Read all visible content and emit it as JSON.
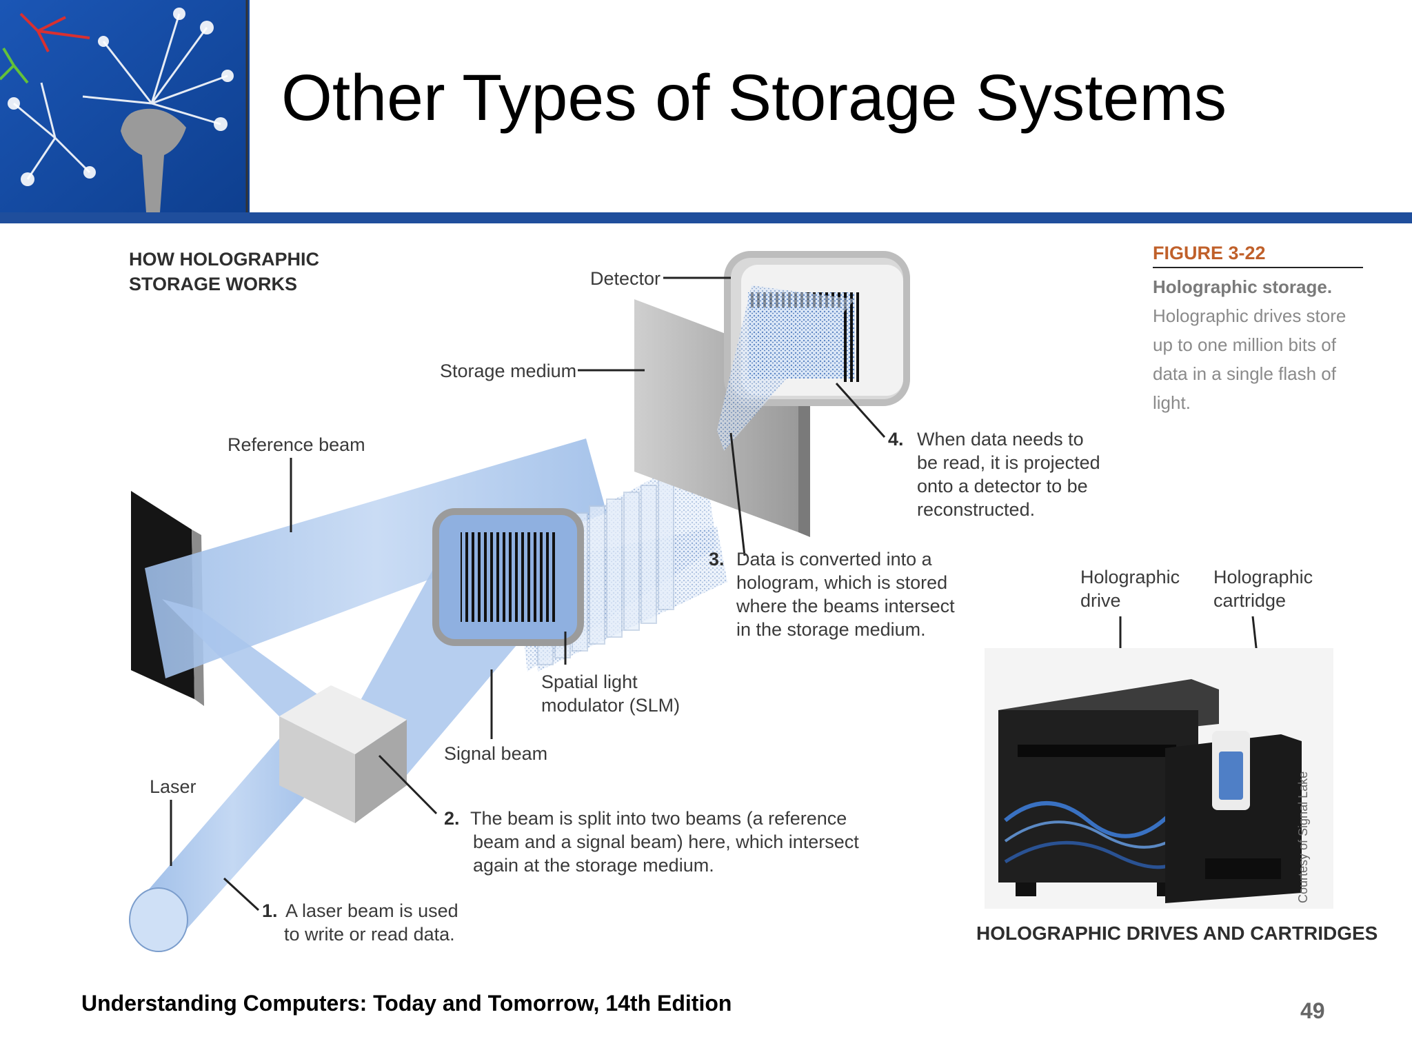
{
  "slide": {
    "title": "Other Types of Storage Systems",
    "footer": "Understanding Computers: Today and Tomorrow, 14th Edition",
    "page_number": "49"
  },
  "diagram": {
    "heading_line1": "HOW HOLOGRAPHIC",
    "heading_line2": "STORAGE WORKS",
    "labels": {
      "detector": "Detector",
      "storage_medium": "Storage medium",
      "reference_beam": "Reference beam",
      "spatial_light_modulator_line1": "Spatial light",
      "spatial_light_modulator_line2": "modulator (SLM)",
      "signal_beam": "Signal beam",
      "laser": "Laser"
    },
    "steps": [
      {
        "num": "1.",
        "lines": [
          "A laser beam is used",
          "to write or read data."
        ]
      },
      {
        "num": "2.",
        "lines": [
          "The beam is split into two beams (a reference",
          "beam and a signal beam) here, which intersect",
          "again at the storage medium."
        ]
      },
      {
        "num": "3.",
        "lines": [
          "Data is converted into a",
          "hologram, which is stored",
          "where the beams intersect",
          "in the storage medium."
        ]
      },
      {
        "num": "4.",
        "lines": [
          "When data needs to",
          "be read, it is projected",
          "onto a detector to be",
          "reconstructed."
        ]
      }
    ]
  },
  "figure": {
    "number": "FIGURE 3-22",
    "caption_bold": "Holographic storage.",
    "caption_rest": " Holographic drives store up to one million bits of data in a single flash of light."
  },
  "photo": {
    "drive_label_line1": "Holographic",
    "drive_label_line2": "drive",
    "cartridge_label_line1": "Holographic",
    "cartridge_label_line2": "cartridge",
    "caption": "HOLOGRAPHIC DRIVES AND CARTRIDGES",
    "credit": "Courtesy of Signal Lake"
  },
  "colors": {
    "header_bar": "#1f4e9c",
    "figure_number": "#c0602a",
    "beam": "#a9c6ec"
  }
}
